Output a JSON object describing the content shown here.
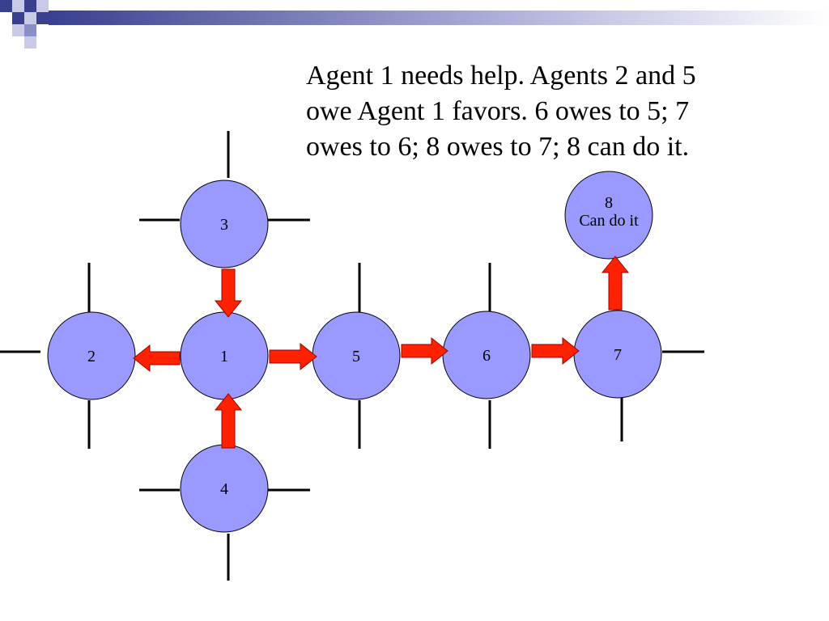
{
  "caption": {
    "lines": [
      "Agent 1 needs help. Agents 2 and 5",
      "owe Agent 1 favors. 6 owes to 5; 7",
      "owes to 6; 8 owes to 7; 8 can do it."
    ]
  },
  "colors": {
    "node_fill": "#9999ff",
    "node_stroke": "#000000",
    "arrow_fill": "#ff2200",
    "arrow_stroke": "#990000",
    "banner_dark": "#3a3f8f",
    "banner_light": "#b3b6dc"
  },
  "nodes": [
    {
      "id": "1",
      "label": "1"
    },
    {
      "id": "2",
      "label": "2"
    },
    {
      "id": "3",
      "label": "3"
    },
    {
      "id": "4",
      "label": "4"
    },
    {
      "id": "5",
      "label": "5"
    },
    {
      "id": "6",
      "label": "6"
    },
    {
      "id": "7",
      "label": "7"
    },
    {
      "id": "8",
      "label_lines": [
        "8",
        "Can do it"
      ]
    }
  ],
  "edges": [
    {
      "from": "3",
      "to": "1"
    },
    {
      "from": "4",
      "to": "1"
    },
    {
      "from": "1",
      "to": "2"
    },
    {
      "from": "1",
      "to": "5"
    },
    {
      "from": "5",
      "to": "6"
    },
    {
      "from": "6",
      "to": "7"
    },
    {
      "from": "7",
      "to": "8"
    }
  ]
}
